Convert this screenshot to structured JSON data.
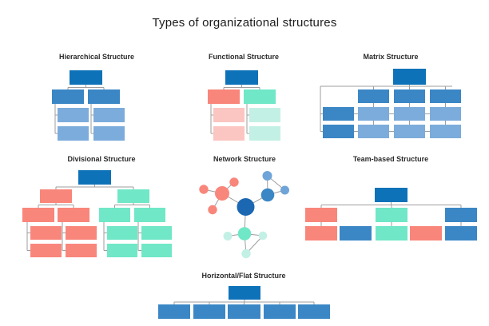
{
  "page": {
    "title": "Types of organizational structures",
    "background": "#FFFFFF"
  },
  "palette": {
    "dark_blue": "#0E72B9",
    "medium_blue": "#3B87C5",
    "light_blue": "#7CACDB",
    "salmon": "#F9867B",
    "light_pink": "#FBC5C1",
    "teal": "#70E7C6",
    "light_teal": "#C3F0E5",
    "network_center_blue": "#1B67B2",
    "network_small_blue": "#6FA4D8",
    "connector_gray": "#9E9E9E"
  },
  "sections": [
    {
      "id": "hierarchical",
      "title": "Hierarchical Structure"
    },
    {
      "id": "functional",
      "title": "Functional Structure"
    },
    {
      "id": "matrix",
      "title": "Matrix Structure"
    },
    {
      "id": "divisional",
      "title": "Divisional Structure"
    },
    {
      "id": "network",
      "title": "Network Structure"
    },
    {
      "id": "team_based",
      "title": "Team-based Structure"
    },
    {
      "id": "horizontal_flat",
      "title": "Horizontal/Flat Structure"
    }
  ]
}
